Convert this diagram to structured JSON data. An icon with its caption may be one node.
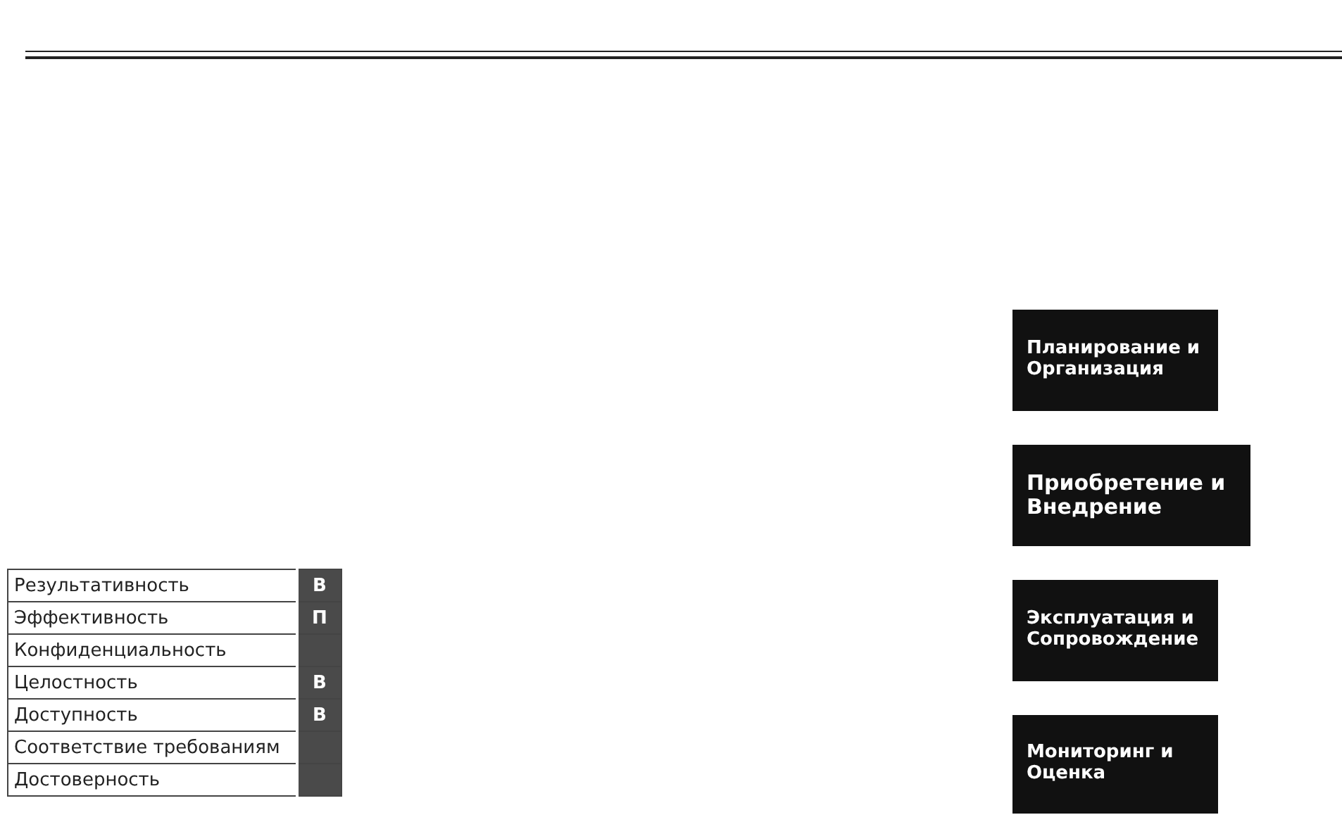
{
  "diagram": {
    "nodes": [
      {
        "text": [
          "Планирование и Организация"
        ]
      },
      {
        "text": [
          "Приобретение и Внедрение"
        ]
      },
      {
        "text": [
          "Эксплуатация и Сопровождение"
        ]
      },
      {
        "text": [
          "Мониторинг и Оценка"
        ]
      }
    ],
    "labels": [
      "Результативность",
      "В",
      "Эффективность",
      "П",
      "Конфиденциальность",
      "Целостность",
      "В",
      "Доступность",
      "В",
      "Соответствие требованиям",
      "Достоверность"
    ]
  }
}
